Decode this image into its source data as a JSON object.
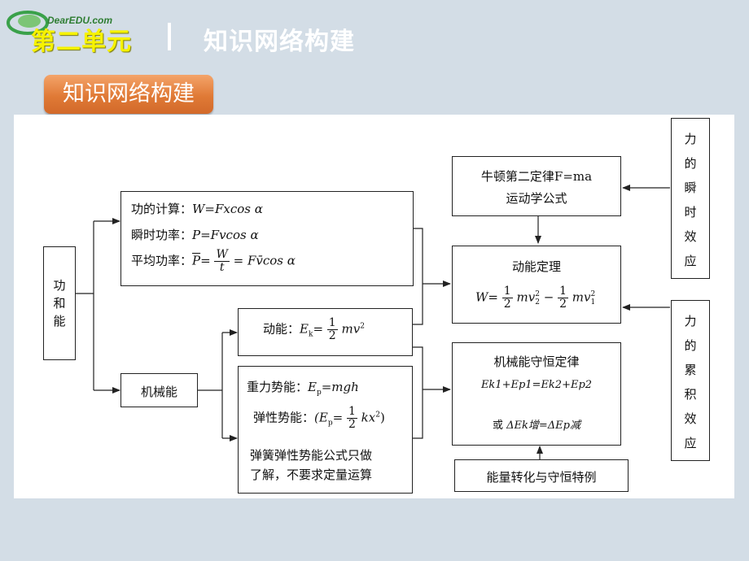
{
  "logo": {
    "text": "DearEDU.com"
  },
  "header": {
    "unit": "第二单元",
    "title": "知识网络构建"
  },
  "section_button": "知识网络构建",
  "diagram": {
    "gong_he_neng": [
      "功",
      "和",
      "能"
    ],
    "work_box": {
      "line1_label": "功的计算：",
      "line1_formula": "W=Fxcos α",
      "line2_label": "瞬时功率：",
      "line2_formula": "P=Fvcos α",
      "line3_label": "平均功率：",
      "line3_pbar": "P",
      "line3_eq": "=",
      "line3_frac_n": "W",
      "line3_frac_d": "t",
      "line3_rest": "= Fv̄cos α"
    },
    "jixieneng": "机械能",
    "kinetic_box": {
      "label": "动能：",
      "ek": "E",
      "ek_sub": "k",
      "eq": "=",
      "frac_n": "1",
      "frac_d": "2",
      "rest": "mv",
      "rest_sup": "2"
    },
    "potential_box": {
      "line1_label": "重力势能：",
      "line1_formula": "E",
      "line1_sub": "p",
      "line1_rest": "=mgh",
      "line2_label": "弹性势能：",
      "line2_open": "(E",
      "line2_sub": "p",
      "line2_eq": "=",
      "line2_frac_n": "1",
      "line2_frac_d": "2",
      "line2_rest": "kx",
      "line2_sup": "2",
      "line2_close": ")",
      "line3": "弹簧弹性势能公式只做",
      "line4": "了解，不要求定量运算"
    },
    "newton_box": {
      "line1": "牛顿第二定律F=ma",
      "line2": "运动学公式"
    },
    "theorem_box": {
      "title": "动能定理",
      "w": "W",
      "eq": "=",
      "frac1_n": "1",
      "frac1_d": "2",
      "term1": "mv",
      "term1_sub": "2",
      "term1_sup": "2",
      "minus": "−",
      "frac2_n": "1",
      "frac2_d": "2",
      "term2": "mv",
      "term2_sub": "1",
      "term2_sup": "2"
    },
    "conservation_box": {
      "title": "机械能守恒定律",
      "line2": "Ek1+Ep1=Ek2+Ep2",
      "line3_prefix": "或",
      "line3": "ΔEk增=ΔEp减"
    },
    "energy_box": "能量转化与守恒特例",
    "instant_box": [
      "力",
      "的",
      "瞬",
      "时",
      "效",
      "应"
    ],
    "cumulative_box": [
      "力",
      "的",
      "累",
      "积",
      "效",
      "应"
    ]
  }
}
